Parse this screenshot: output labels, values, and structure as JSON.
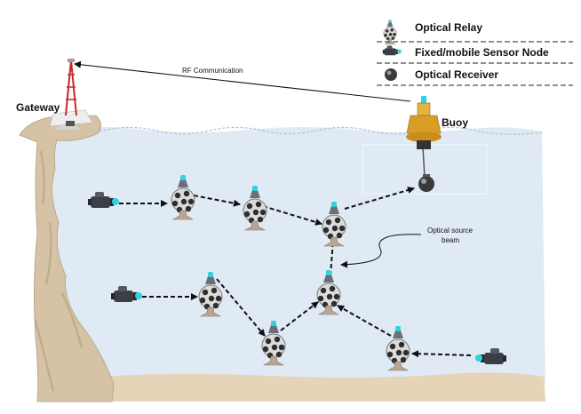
{
  "legend": {
    "relay": "Optical Relay",
    "sensor": "Fixed/mobile Sensor Node",
    "receiver": "Optical Receiver"
  },
  "labels": {
    "rf": "RF Communication",
    "gateway": "Gateway",
    "buoy": "Buoy",
    "beam_line1": "Optical source",
    "beam_line2": "beam"
  },
  "colors": {
    "water": "#dfeaf5",
    "sand": "#e6d3b8",
    "rock": "#c9b79c",
    "accent": "#2fd3e0"
  }
}
